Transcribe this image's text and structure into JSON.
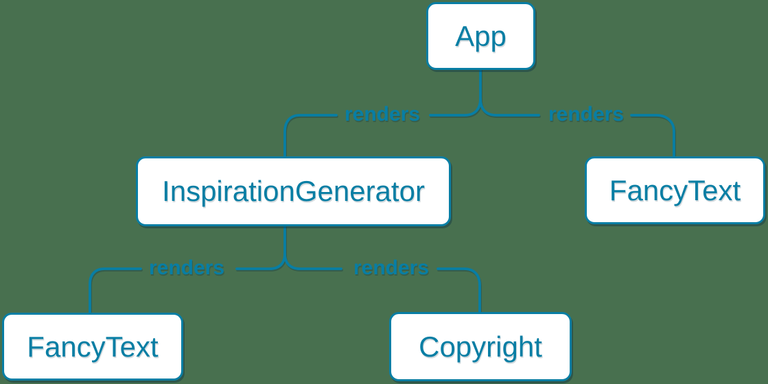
{
  "diagram": {
    "background_color": "#48704F",
    "accent_color": "#087EA4",
    "node_fill_color": "#FFFFFF",
    "nodes": {
      "app": {
        "label": "App"
      },
      "inspiration_generator": {
        "label": "InspirationGenerator"
      },
      "fancy_text_top": {
        "label": "FancyText"
      },
      "fancy_text_bottom": {
        "label": "FancyText"
      },
      "copyright": {
        "label": "Copyright"
      }
    },
    "edges": {
      "app_to_inspiration_generator": {
        "from": "App",
        "to": "InspirationGenerator",
        "label": "renders"
      },
      "app_to_fancy_text": {
        "from": "App",
        "to": "FancyText",
        "label": "renders"
      },
      "inspiration_generator_to_fancy_text": {
        "from": "InspirationGenerator",
        "to": "FancyText",
        "label": "renders"
      },
      "inspiration_generator_to_copyright": {
        "from": "InspirationGenerator",
        "to": "Copyright",
        "label": "renders"
      }
    }
  }
}
